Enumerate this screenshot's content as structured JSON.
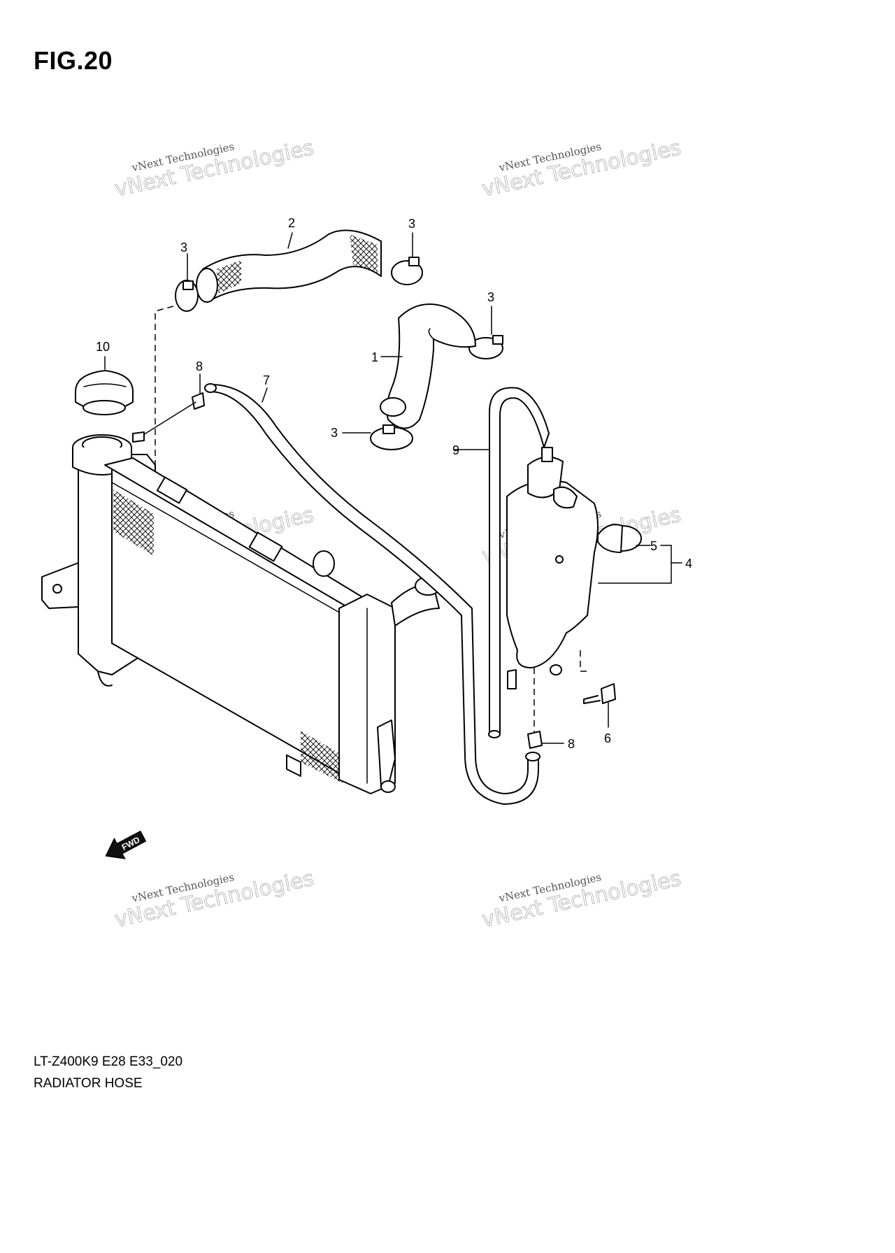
{
  "figure": {
    "title": "FIG.20",
    "model_code": "LT-Z400K9  E28  E33_020",
    "section_name": "RADIATOR HOSE"
  },
  "fwd_arrow_label": "FWD",
  "watermark": {
    "line1": "vNext Technologies",
    "line2": "vNext Technologies"
  },
  "callouts": {
    "c1": "1",
    "c2": "2",
    "c3a": "3",
    "c3b": "3",
    "c3c": "3",
    "c3d": "3",
    "c4": "4",
    "c5": "5",
    "c6": "6",
    "c7": "7",
    "c8a": "8",
    "c8b": "8",
    "c9": "9",
    "c10": "10"
  },
  "colors": {
    "line": "#000000",
    "background": "#ffffff",
    "watermark": "#999999"
  }
}
